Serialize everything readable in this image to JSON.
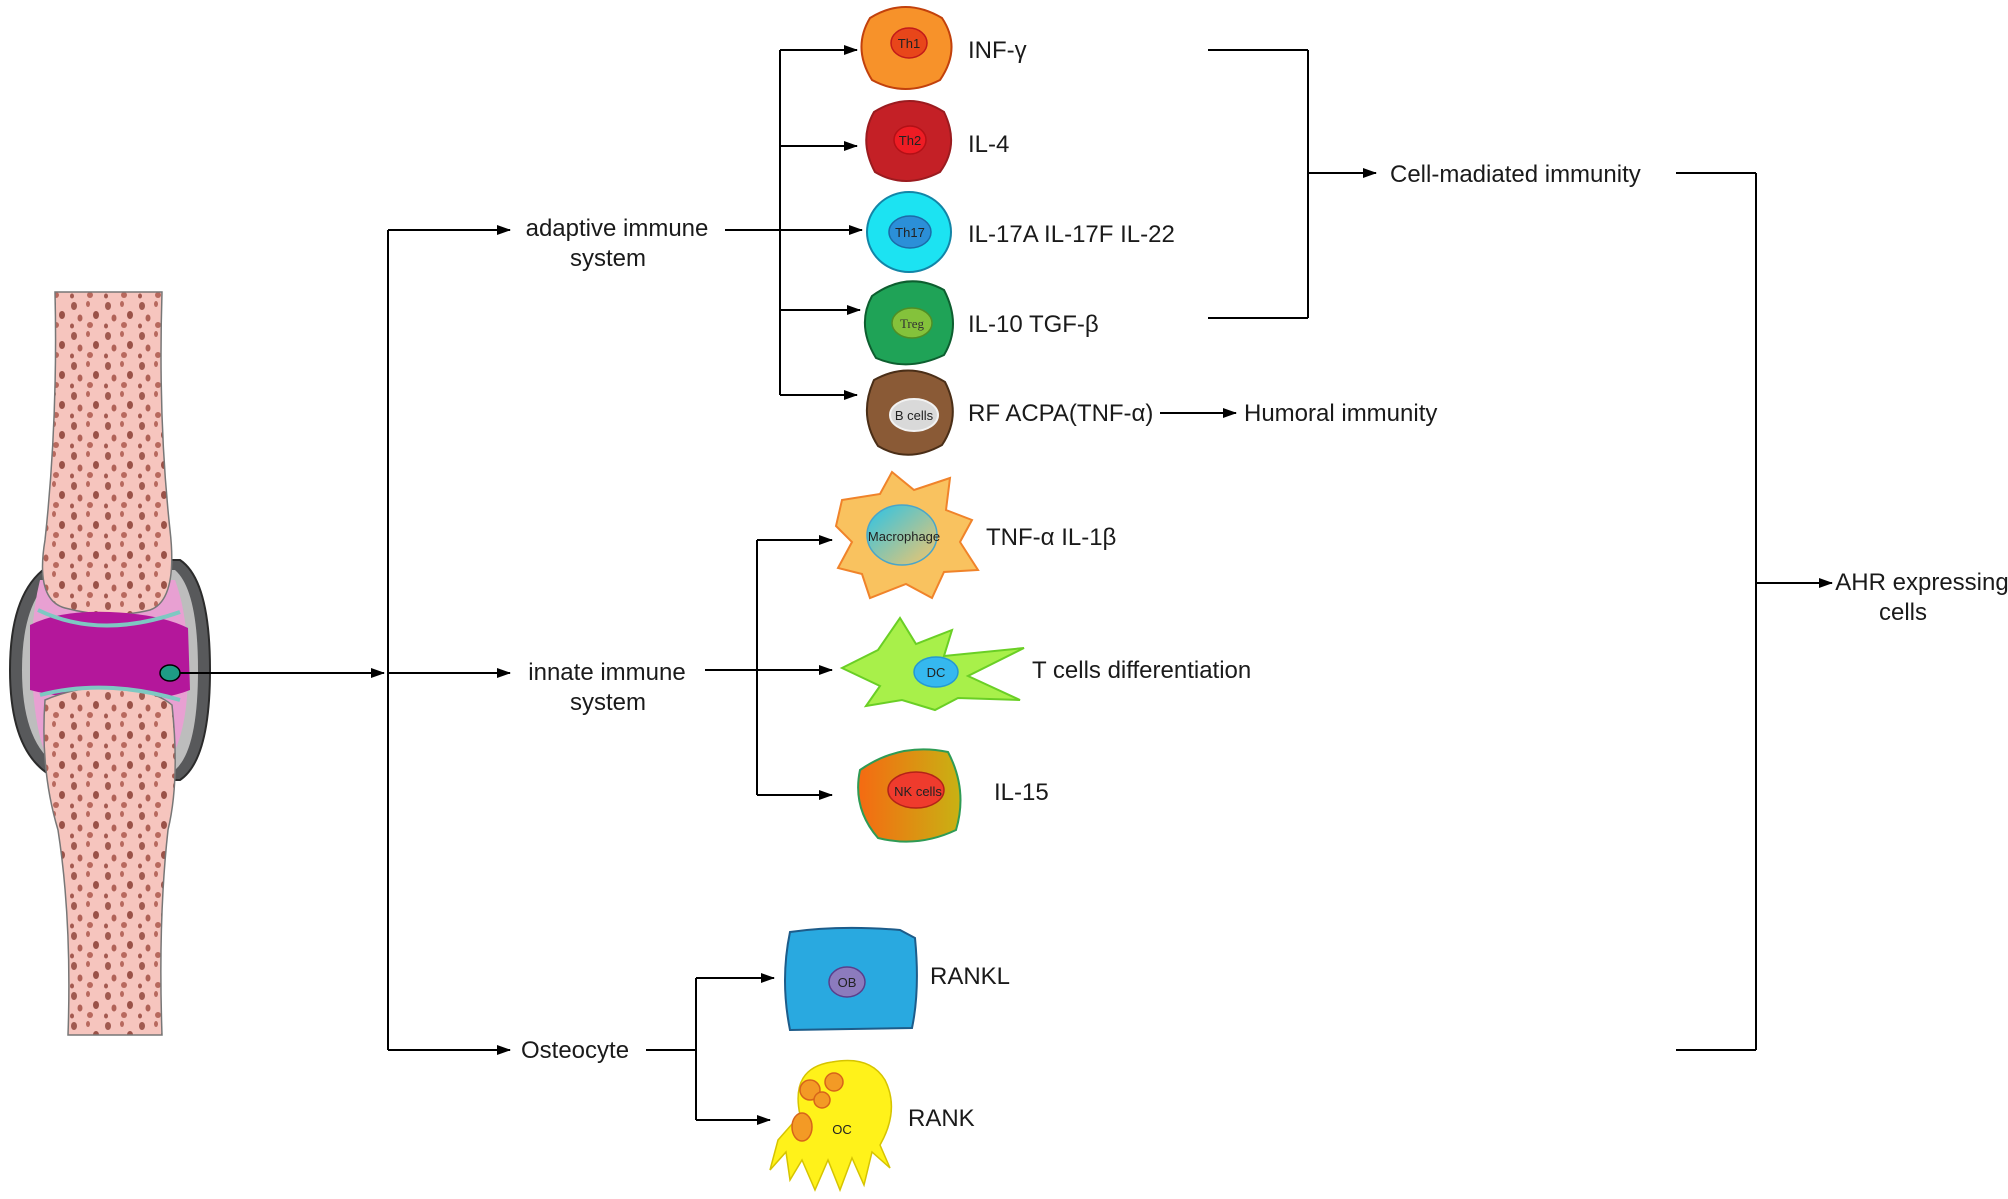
{
  "systems": {
    "adaptive": [
      "adaptive immune",
      "system"
    ],
    "innate": [
      "innate immune",
      "system"
    ],
    "osteocyte": "Osteocyte"
  },
  "cells": {
    "th1": "Th1",
    "th2": "Th2",
    "th17": "Th17",
    "treg": "Treg",
    "bcells": "B cells",
    "macrophage": "Macrophage",
    "dc": "DC",
    "nk": "NK cells",
    "ob": "OB",
    "oc": "OC"
  },
  "outputs": {
    "th1": "INF-γ",
    "th2": "IL-4",
    "th17": "IL-17A   IL-17F   IL-22",
    "treg": "IL-10   TGF-β",
    "bcells": "RF   ACPA(TNF-α)",
    "macrophage": "TNF-α   IL-1β",
    "dc": "T  cells  differentiation",
    "nk": "IL-15",
    "ob": "RANKL",
    "oc": "RANK"
  },
  "immunity": {
    "cell_mediated": "Cell-madiated  immunity",
    "humoral": "Humoral  immunity"
  },
  "result": [
    "AHR  expressing",
    "cells"
  ],
  "colors": {
    "th1": "#f7922a",
    "th2": "#c42026",
    "th17": "#1ce3f2",
    "treg": "#1fa357",
    "bcells": "#8a5a36",
    "macrophage": "#f9c25f",
    "dc": "#a8f04a",
    "nk": "#f08012",
    "ob": "#29a9e0",
    "oc": "#fff21a",
    "bone": "#f6c5be",
    "cartilage": "#b4179b"
  }
}
